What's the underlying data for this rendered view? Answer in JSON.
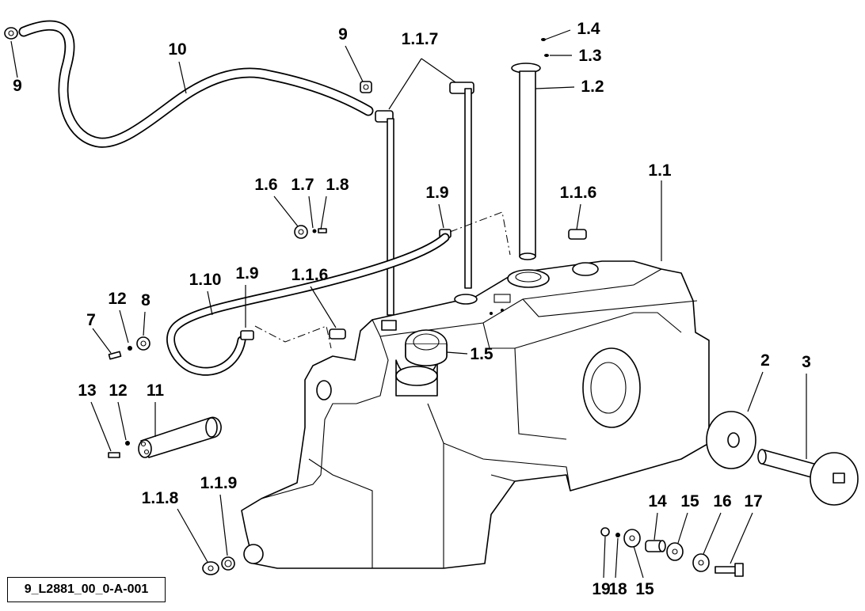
{
  "drawing_ref": "9_L2881_00_0-A-001",
  "callouts": {
    "c9a": "9",
    "c10": "10",
    "c9b": "9",
    "c117": "1.1.7",
    "c14": "1.4",
    "c13": "1.3",
    "c12": "1.2",
    "c11": "1.1",
    "c16": "1.6",
    "c17": "1.7",
    "c18": "1.8",
    "c19a": "1.9",
    "c116a": "1.1.6",
    "c110": "1.10",
    "c19b": "1.9",
    "c116b": "1.1.6",
    "n12a": "12",
    "n8": "8",
    "n7": "7",
    "c15": "1.5",
    "n2": "2",
    "n3": "3",
    "n13": "13",
    "n12b": "12",
    "n11": "11",
    "c118": "1.1.8",
    "c119": "1.1.9",
    "n14": "14",
    "n15a": "15",
    "n16": "16",
    "n17": "17",
    "n19": "19",
    "n18": "18",
    "n15b": "15"
  }
}
